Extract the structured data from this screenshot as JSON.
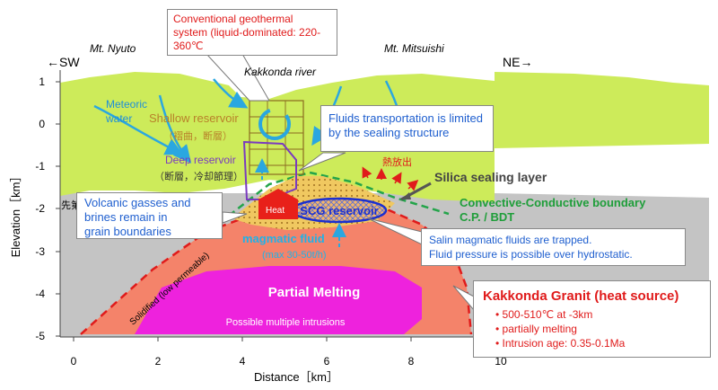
{
  "axes": {
    "ylabel": "Elevation［km］",
    "xlabel": "Distance［km］",
    "y_ticks": [
      "1",
      "0",
      "-1",
      "-2",
      "-3",
      "-4",
      "-5"
    ],
    "x_ticks": [
      "0",
      "2",
      "4",
      "6",
      "8",
      "10"
    ]
  },
  "direction": {
    "sw": "←SW",
    "ne": "NE→"
  },
  "places": {
    "mt_nyuto": "Mt. Nyuto",
    "mt_mitsuishi": "Mt. Mitsuishi",
    "river": "Kakkonda river",
    "left_edge_fragment": "先第"
  },
  "labels": {
    "meteoric_1": "Meteoric",
    "meteoric_2": "water",
    "shallow_reservoir": "Shallow reservoir",
    "shallow_sub": "（褶曲，断層）",
    "deep_reservoir": "Deep reservoir",
    "deep_sub": "（断層，冷却節理）",
    "heat_release": "熱放出",
    "silica": "Silica sealing layer",
    "boundary_1": "Convective-Conductive boundary",
    "boundary_2": "C.P. / BDT",
    "heat": "Heat",
    "scg": "SCG reservoir",
    "magmatic": "magmatic fluid",
    "magmatic_rate": "(max 30-50t/h)",
    "partial_melting": "Partial Melting",
    "intrusions": "Possible multiple intrusions",
    "solidified": "Solidified (low permeable)"
  },
  "callouts": {
    "conventional": [
      "Conventional geothermal",
      "system (liquid-dominated: 220-",
      "360℃"
    ],
    "fluids_transport": [
      "Fluids transportation is limited",
      "by the sealing structure"
    ],
    "volcanic": [
      "Volcanic gasses and",
      "brines remain in",
      "grain boundaries"
    ],
    "salin": [
      "Salin magmatic fluids are trapped.",
      "Fluid pressure is possible over hydrostatic."
    ]
  },
  "granite": {
    "title": "Kakkonda Granit (heat source)",
    "bullets": [
      "500-510℃ at -3km",
      "partially melting",
      "Intrusion age: 0.35-0.1Ma"
    ]
  },
  "colors": {
    "surface_layer": "#cdeb5a",
    "basement": "#c4c4c4",
    "granite": "#f4836a",
    "partial_melting": "#ee22dd",
    "red_accent": "#e01b1b",
    "blue_text": "#1f5fcf",
    "green_text": "#1f9e3a"
  }
}
